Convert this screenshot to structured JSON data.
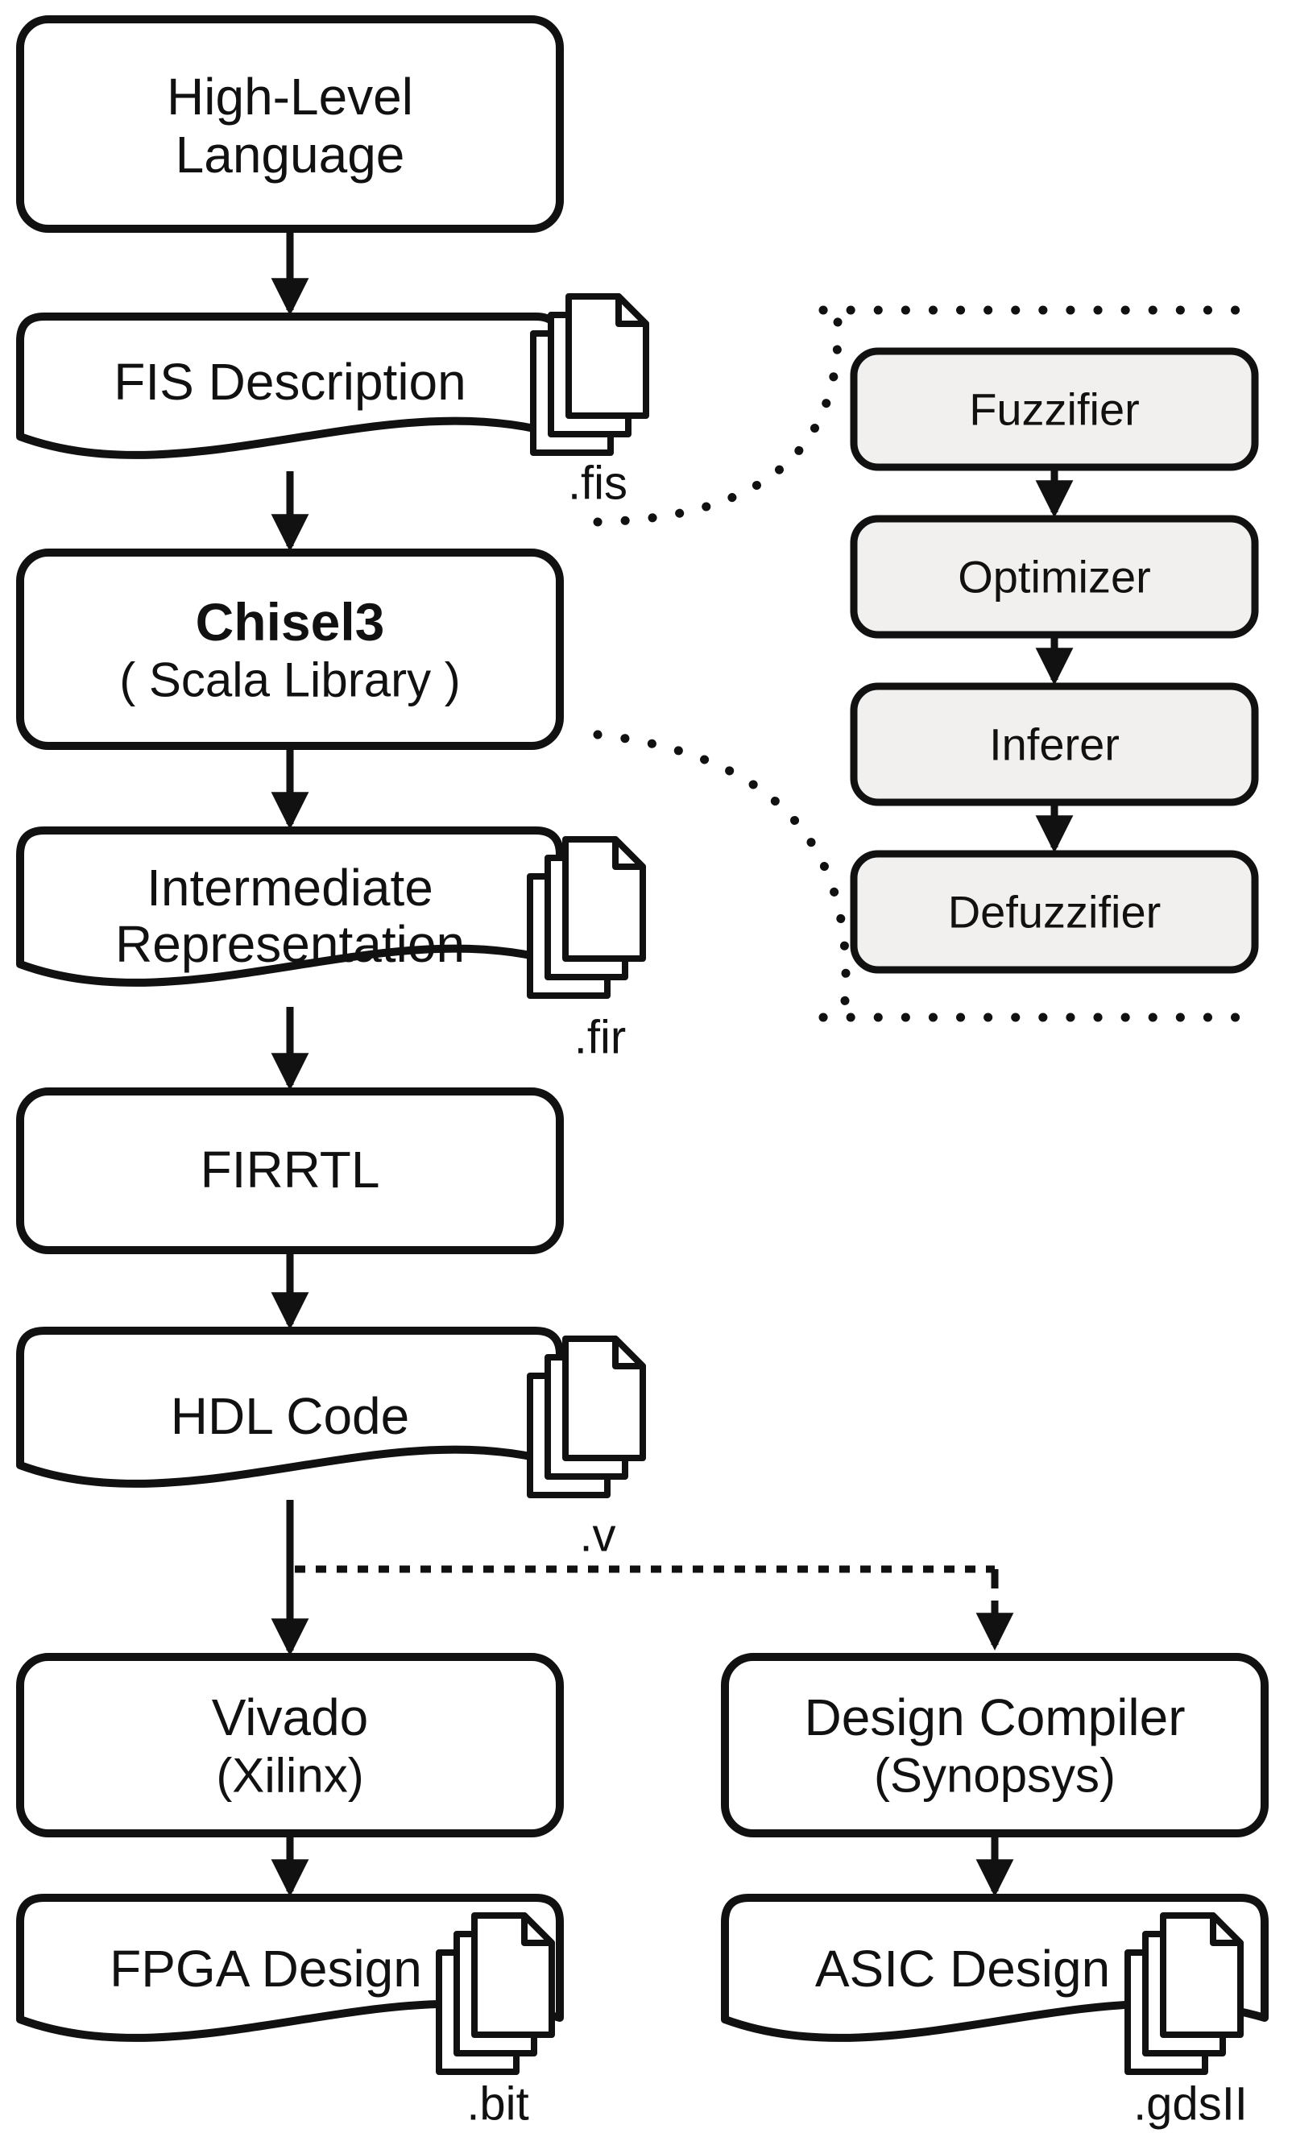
{
  "flow": {
    "high_level": {
      "line1": "High-Level",
      "line2": "Language"
    },
    "fis_doc": {
      "label": "FIS Description",
      "ext": ".fis"
    },
    "chisel": {
      "name": "Chisel3",
      "sub": "( Scala Library )"
    },
    "ir_doc": {
      "line1": "Intermediate",
      "line2": "Representation",
      "ext": ".fir"
    },
    "firrtl": {
      "label": "FIRRTL"
    },
    "hdl_doc": {
      "label": "HDL Code",
      "ext": ".v"
    },
    "vivado": {
      "line1": "Vivado",
      "line2": "(Xilinx)"
    },
    "fpga_doc": {
      "label": "FPGA Design",
      "ext": ".bit"
    },
    "design_compiler": {
      "line1": "Design Compiler",
      "line2": "(Synopsys)"
    },
    "asic_doc": {
      "label": "ASIC Design",
      "ext": ".gdsII"
    }
  },
  "fuzzy_pipeline": {
    "items": [
      {
        "label": "Fuzzifier"
      },
      {
        "label": "Optimizer"
      },
      {
        "label": "Inferer"
      },
      {
        "label": "Defuzzifier"
      }
    ]
  },
  "colors": {
    "stroke": "#111111",
    "chisel_fill": "#d8d8d8",
    "stage_fill": "#f1f0ee",
    "doc_fill": "#ffffff"
  }
}
